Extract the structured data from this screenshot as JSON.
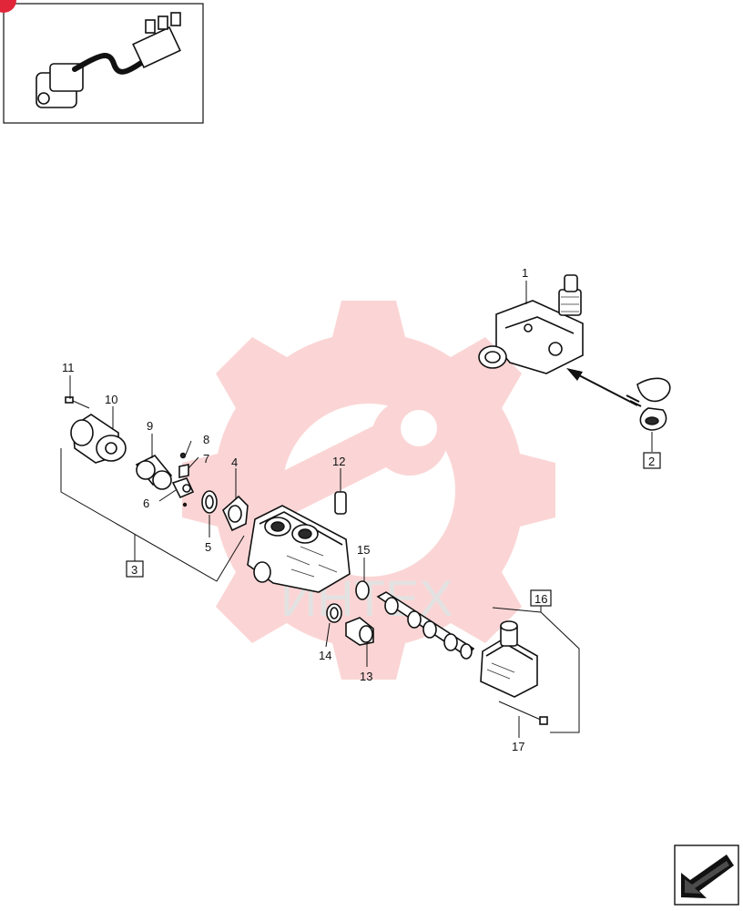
{
  "watermark": {
    "text": "ИНТЕХ",
    "color": "#f26b6b"
  },
  "callouts": [
    {
      "id": "c1",
      "label": "1"
    },
    {
      "id": "c2",
      "label": "2",
      "boxed": true
    },
    {
      "id": "c3",
      "label": "3",
      "boxed": true
    },
    {
      "id": "c4",
      "label": "4"
    },
    {
      "id": "c5",
      "label": "5"
    },
    {
      "id": "c6",
      "label": "6"
    },
    {
      "id": "c7",
      "label": "7"
    },
    {
      "id": "c8",
      "label": "8"
    },
    {
      "id": "c9",
      "label": "9"
    },
    {
      "id": "c10",
      "label": "10"
    },
    {
      "id": "c11",
      "label": "11"
    },
    {
      "id": "c12",
      "label": "12"
    },
    {
      "id": "c13",
      "label": "13"
    },
    {
      "id": "c14",
      "label": "14"
    },
    {
      "id": "c15",
      "label": "15"
    },
    {
      "id": "c16",
      "label": "16",
      "boxed": true
    },
    {
      "id": "c17",
      "label": "17"
    }
  ],
  "icons": {
    "thumbnail": "pump-hose-valve-thumbnail-icon",
    "nav": "next-page-arrow-icon",
    "badge": "corner-badge-icon"
  }
}
